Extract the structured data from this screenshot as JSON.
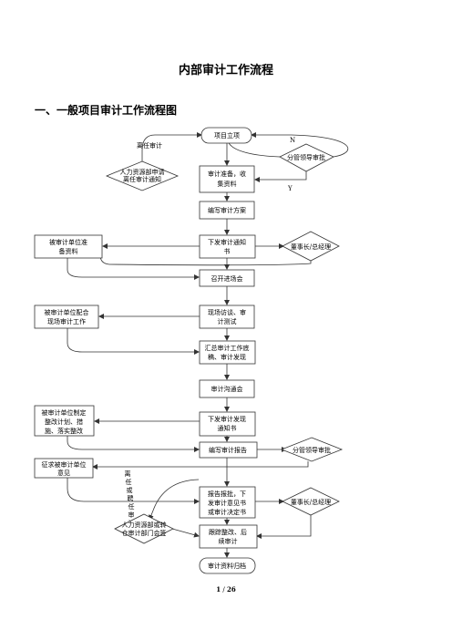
{
  "document": {
    "title": "内部审计工作流程",
    "section_heading": "一、一般项目审计工作流程图",
    "footer": {
      "page": "1",
      "sep": "/",
      "total": "26"
    }
  },
  "flowchart": {
    "nodes": {
      "start": "项目立项",
      "approve1": "分管领导审批",
      "prepare": [
        "审计准备，收",
        "集资料"
      ],
      "plan": "编写审计方案",
      "notice": [
        "下发审计通知",
        "书"
      ],
      "chairman1": "董事长/总经理",
      "auditee_prepare": [
        "被审计单位准",
        "备资料"
      ],
      "meeting": "召开进场会",
      "interview": [
        "现场访谈、审",
        "计测试"
      ],
      "auditee_cooperate": [
        "被审计单位配合",
        "现场审计工作"
      ],
      "summary": [
        "汇总审计工作底",
        "稿、审计发现"
      ],
      "communicate": "审计沟通会",
      "findings": [
        "下发审计发现",
        "通知书"
      ],
      "auditee_rectify": [
        "被审计单位制定",
        "整改计划、措",
        "施、落实整改"
      ],
      "report": "编写审计报告",
      "approve2": "分管领导审批",
      "opinion": [
        "征求被审计单位",
        "意见"
      ],
      "submit": [
        "报告报批，下",
        "发审计意见书",
        "或审计决定书"
      ],
      "chairman2": "董事长/总经理",
      "hr1": [
        "人力资源部申请",
        "离任审计通知"
      ],
      "hr2": [
        "人力资源部或转",
        "仓审计部门会签"
      ],
      "followup": [
        "跟踪整改、后",
        "续审计"
      ],
      "archive": "审计资料归档"
    },
    "labels": {
      "departure": "离任审计",
      "no": "N",
      "yes": "Y",
      "vertical": [
        "离",
        "任",
        "或",
        "聘",
        "任",
        "审",
        "计"
      ]
    }
  }
}
